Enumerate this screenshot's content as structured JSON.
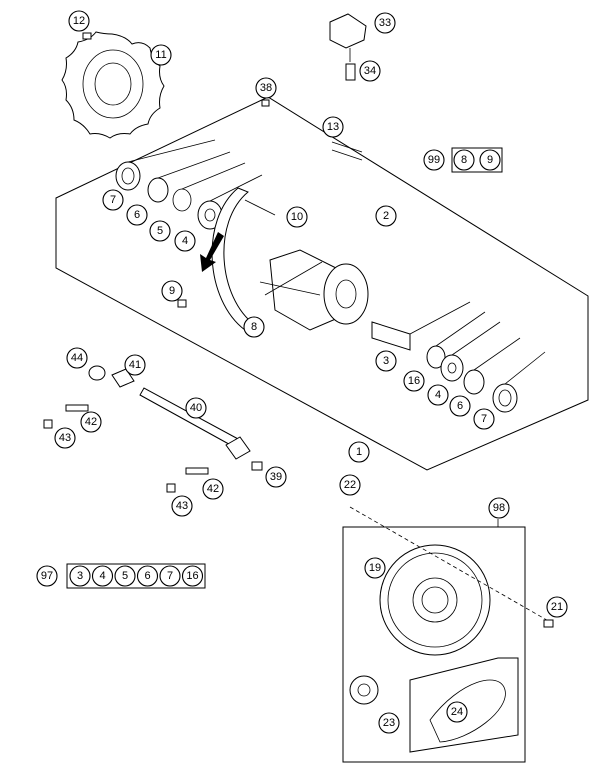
{
  "diagram": {
    "callouts": [
      {
        "id": "c12",
        "label": "12"
      },
      {
        "id": "c11",
        "label": "11"
      },
      {
        "id": "c33",
        "label": "33"
      },
      {
        "id": "c34",
        "label": "34"
      },
      {
        "id": "c38",
        "label": "38"
      },
      {
        "id": "c13",
        "label": "13"
      },
      {
        "id": "c99",
        "label": "99"
      },
      {
        "id": "c7a",
        "label": "7"
      },
      {
        "id": "c6a",
        "label": "6"
      },
      {
        "id": "c5",
        "label": "5"
      },
      {
        "id": "c4a",
        "label": "4"
      },
      {
        "id": "c10",
        "label": "10"
      },
      {
        "id": "c2",
        "label": "2"
      },
      {
        "id": "c9",
        "label": "9"
      },
      {
        "id": "c8",
        "label": "8"
      },
      {
        "id": "c3",
        "label": "3"
      },
      {
        "id": "c16",
        "label": "16"
      },
      {
        "id": "c4b",
        "label": "4"
      },
      {
        "id": "c6b",
        "label": "6"
      },
      {
        "id": "c7b",
        "label": "7"
      },
      {
        "id": "c44",
        "label": "44"
      },
      {
        "id": "c41",
        "label": "41"
      },
      {
        "id": "c42a",
        "label": "42"
      },
      {
        "id": "c43a",
        "label": "43"
      },
      {
        "id": "c40",
        "label": "40"
      },
      {
        "id": "c1",
        "label": "1"
      },
      {
        "id": "c39",
        "label": "39"
      },
      {
        "id": "c42b",
        "label": "42"
      },
      {
        "id": "c43b",
        "label": "43"
      },
      {
        "id": "c22",
        "label": "22"
      },
      {
        "id": "c98",
        "label": "98"
      },
      {
        "id": "c19",
        "label": "19"
      },
      {
        "id": "c21",
        "label": "21"
      },
      {
        "id": "c23",
        "label": "23"
      },
      {
        "id": "c24",
        "label": "24"
      },
      {
        "id": "c97",
        "label": "97"
      }
    ],
    "kits": {
      "kit99": [
        "8",
        "9"
      ],
      "kit97": [
        "3",
        "4",
        "5",
        "6",
        "7",
        "16"
      ]
    }
  }
}
